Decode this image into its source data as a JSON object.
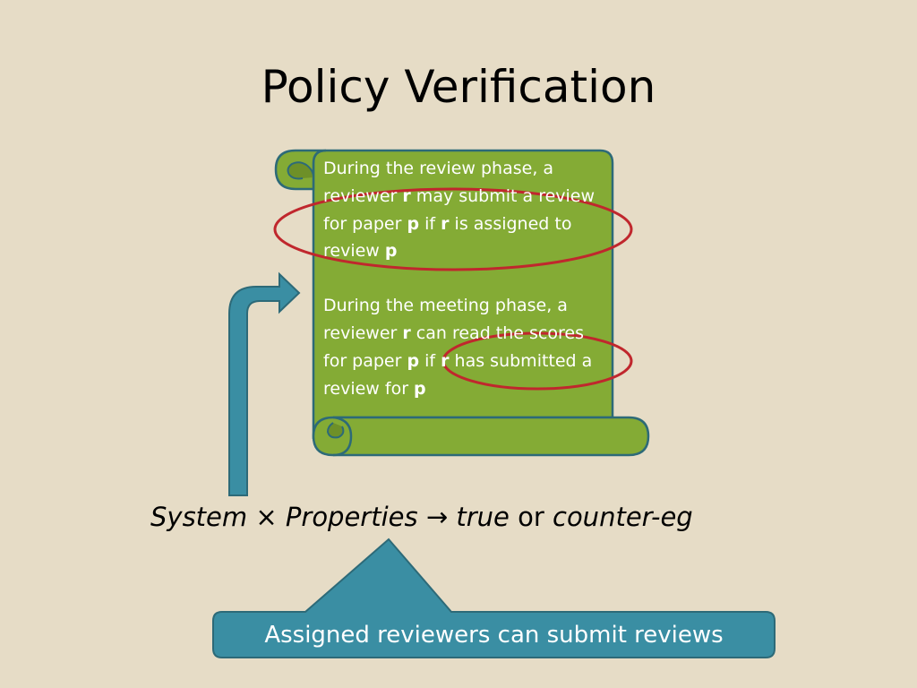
{
  "slide": {
    "title": "Policy Verification"
  },
  "scroll": {
    "para1": [
      {
        "t": "During the review phase, a reviewer "
      },
      {
        "t": "r",
        "b": true
      },
      {
        "t": " may submit a review for paper "
      },
      {
        "t": "p",
        "b": true
      },
      {
        "t": " if "
      },
      {
        "t": "r",
        "b": true
      },
      {
        "t": " is assigned to review "
      },
      {
        "t": "p",
        "b": true
      }
    ],
    "para2": [
      {
        "t": "During the meeting phase, a reviewer "
      },
      {
        "t": "r",
        "b": true
      },
      {
        "t": " can read the scores for paper "
      },
      {
        "t": "p",
        "b": true
      },
      {
        "t": " if "
      },
      {
        "t": "r",
        "b": true
      },
      {
        "t": " has submitted a review for "
      },
      {
        "t": "p",
        "b": true
      }
    ]
  },
  "formula": {
    "system": "System",
    "times": "×",
    "properties": "Properties",
    "arrow": "→",
    "true_word": "true",
    "or_word": "or",
    "counter": "counter-eg"
  },
  "callout": {
    "text": "Assigned reviewers can submit reviews"
  },
  "colors": {
    "background": "#e6dcc6",
    "scroll_fill": "#84ab35",
    "scroll_stroke": "#2d6a78",
    "teal": "#3a8ea3",
    "highlight_ellipse": "#c0272d"
  },
  "icons": {
    "scroll": "scroll-icon",
    "bent_arrow": "bent-arrow-icon"
  }
}
